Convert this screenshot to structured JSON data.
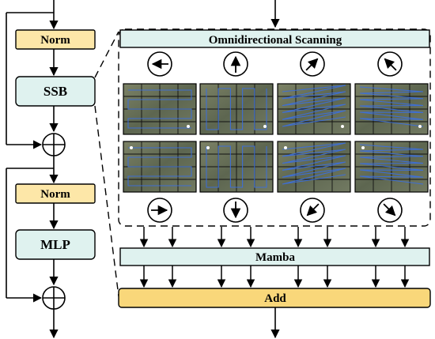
{
  "left_column": {
    "norm1_label": "Norm",
    "ssb_label": "SSB",
    "norm2_label": "Norm",
    "mlp_label": "MLP"
  },
  "right_panel": {
    "scanning_label": "Omnidirectional Scanning",
    "mamba_label": "Mamba",
    "add_label": "Add",
    "top_directions": [
      "arrow-left",
      "arrow-up",
      "arrow-up-right",
      "arrow-up-left"
    ],
    "bottom_directions": [
      "arrow-right",
      "arrow-down",
      "arrow-down-left",
      "arrow-down-right"
    ],
    "scan_patterns": [
      "horizontal",
      "vertical",
      "diagonal",
      "anti-diagonal"
    ]
  },
  "colors": {
    "norm_fill": "#fde7a8",
    "block_fill": "#dff2ef",
    "add_fill": "#f9d77a",
    "scan_line": "#3b6fe0",
    "tile_fill": "#6c7458"
  }
}
